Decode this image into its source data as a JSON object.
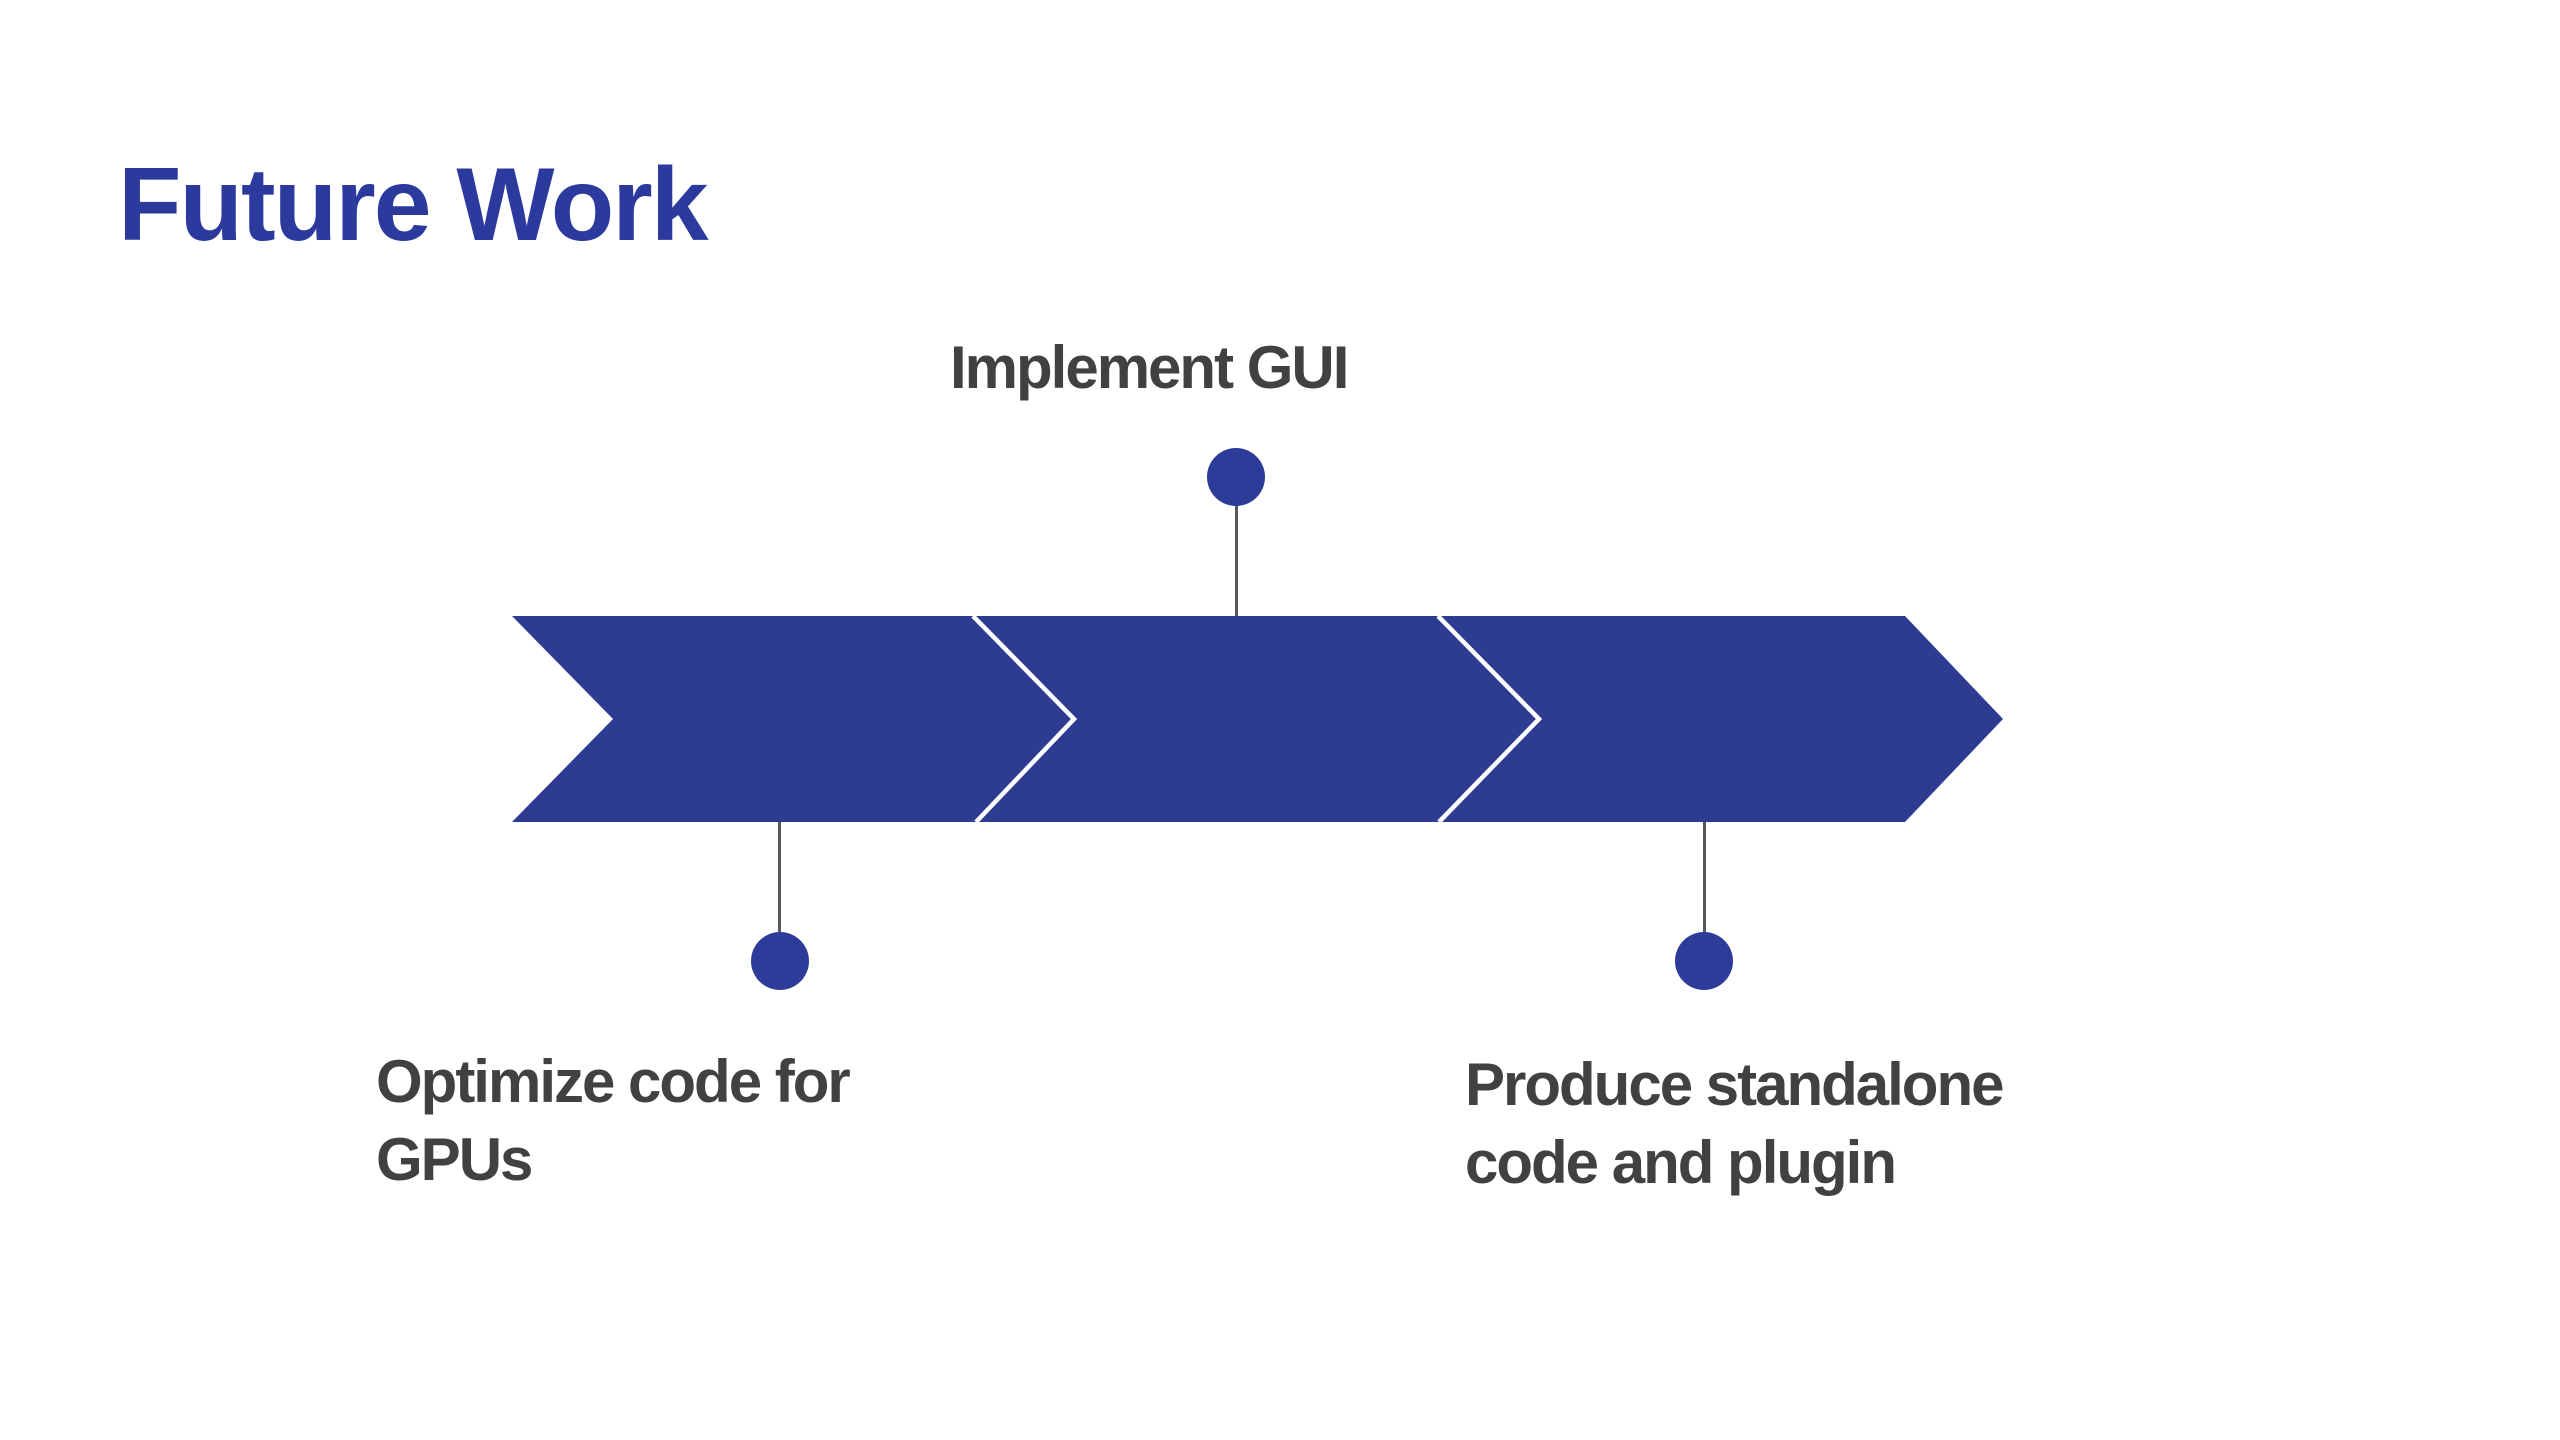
{
  "slide": {
    "title": "Future Work",
    "colors": {
      "background": "#ffffff",
      "title_blue": "#2c3a9e",
      "arrow_blue": "#2d3b90",
      "circle_blue": "#2e3c99",
      "label_gray": "#414042",
      "connector_gray": "#58595b",
      "divider_white": "#ffffff"
    },
    "timeline": {
      "type": "process-arrow",
      "segments": 3,
      "direction": "right"
    },
    "milestones": [
      {
        "id": "optimize-gpus",
        "position": "below",
        "lines": [
          "Optimize code for",
          "GPUs"
        ]
      },
      {
        "id": "implement-gui",
        "position": "above",
        "lines": [
          "Implement GUI"
        ]
      },
      {
        "id": "produce-standalone",
        "position": "below",
        "lines": [
          "Produce standalone",
          "code and plugin"
        ]
      }
    ]
  }
}
